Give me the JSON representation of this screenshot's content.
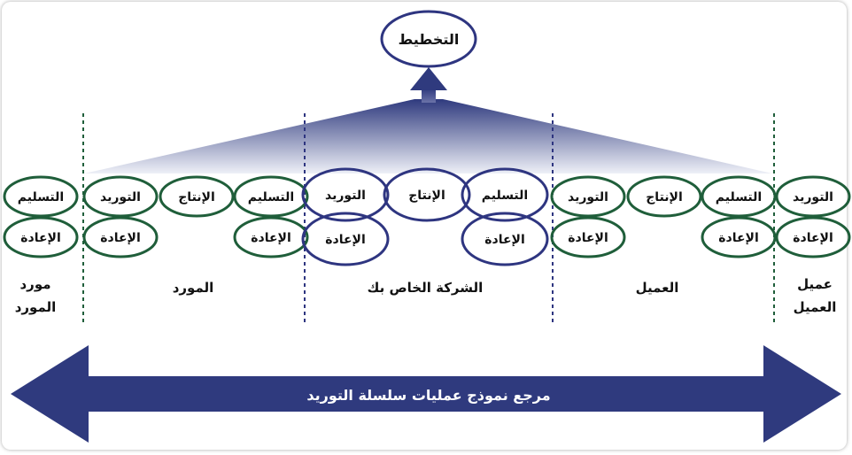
{
  "planning": "التخطيط",
  "process_labels": {
    "source": "التوريد",
    "make": "الإنتاج",
    "deliver": "التسليم",
    "return": "الإعادة"
  },
  "segments": [
    {
      "label_lines": [
        "مورد",
        "المورد"
      ],
      "processes": [
        "deliver"
      ],
      "returns": [
        "deliver"
      ]
    },
    {
      "label_lines": [
        "المورد"
      ],
      "processes": [
        "source",
        "make",
        "deliver"
      ],
      "returns": [
        "source",
        "deliver"
      ]
    },
    {
      "label_lines": [
        "الشركة الخاص بك"
      ],
      "processes": [
        "source",
        "make",
        "deliver"
      ],
      "returns": [
        "source",
        "deliver"
      ]
    },
    {
      "label_lines": [
        "العميل"
      ],
      "processes": [
        "source",
        "make",
        "deliver"
      ],
      "returns": [
        "source",
        "deliver"
      ]
    },
    {
      "label_lines": [
        "عميل",
        "العميل"
      ],
      "processes": [
        "source"
      ],
      "returns": [
        "source"
      ]
    }
  ],
  "bottom_arrow_label": "مرجع نموذج عمليات سلسلة التوريد",
  "colors": {
    "green": "#1f5e3a",
    "blue": "#2e3580",
    "arrow": "#2f3a7e"
  }
}
